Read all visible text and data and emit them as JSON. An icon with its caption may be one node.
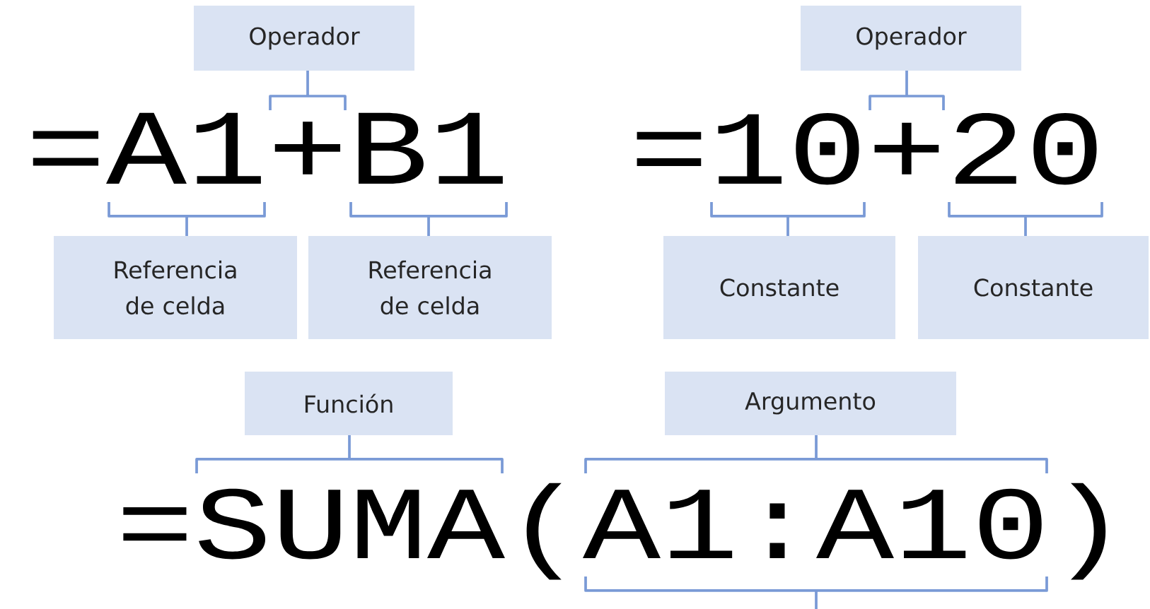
{
  "diagram": {
    "nodes": [
      {
        "text": [
          "Operador"
        ]
      },
      {
        "text": [
          "Operador"
        ]
      },
      {
        "text": [
          "Referencia de celda"
        ]
      },
      {
        "text": [
          "Referencia de celda"
        ]
      },
      {
        "text": [
          "Constante"
        ]
      },
      {
        "text": [
          "Constante"
        ]
      },
      {
        "text": [
          "Función"
        ]
      },
      {
        "text": [
          "Argumento"
        ]
      }
    ],
    "labels": [
      "=A1+B1",
      "=10+20",
      "=SUMA(A1:A10)"
    ]
  }
}
